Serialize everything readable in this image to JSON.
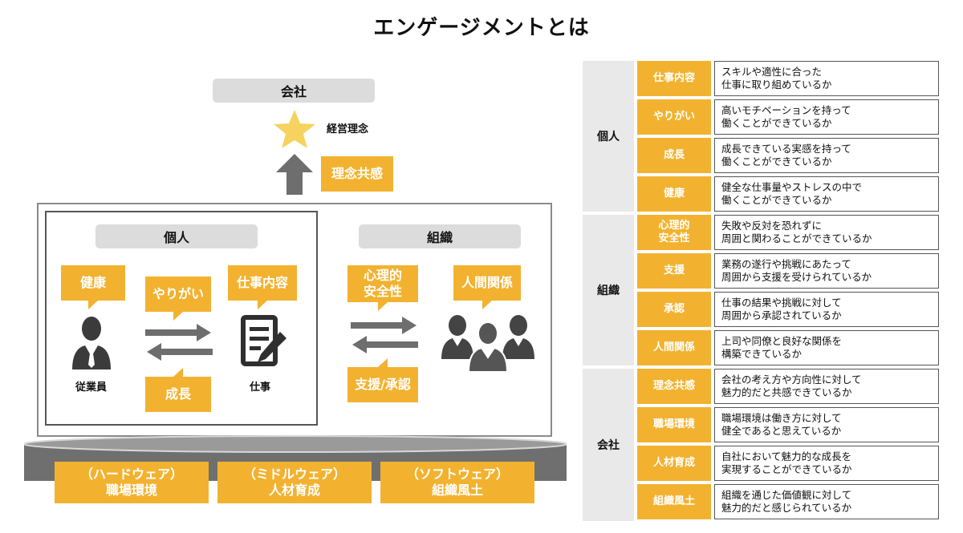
{
  "title": "エンゲージメントとは",
  "left": {
    "company_label": "会社",
    "philosophy_label": "経営理念",
    "philosophy_empathy": "理念共感",
    "individual": {
      "label": "個人",
      "health": "健康",
      "motivation": "やりがい",
      "job_content": "仕事内容",
      "growth": "成長",
      "employee_label": "従業員",
      "work_label": "仕事"
    },
    "organization": {
      "label": "組織",
      "psych_safety": "心理的\n安全性",
      "relationships": "人間関係",
      "support": "支援/承認"
    },
    "base": [
      {
        "type": "（ハードウェア）",
        "name": "職場環境"
      },
      {
        "type": "（ミドルウェア）",
        "name": "人材育成"
      },
      {
        "type": "（ソフトウェア）",
        "name": "組織風土"
      }
    ]
  },
  "table": {
    "groups": [
      {
        "category": "個人",
        "rows": [
          {
            "item": "仕事内容",
            "desc": "スキルや適性に合った\n仕事に取り組めているか"
          },
          {
            "item": "やりがい",
            "desc": "高いモチベーションを持って\n働くことができているか"
          },
          {
            "item": "成長",
            "desc": "成長できている実感を持って\n働くことができているか"
          },
          {
            "item": "健康",
            "desc": "健全な仕事量やストレスの中で\n働くことができているか"
          }
        ]
      },
      {
        "category": "組織",
        "rows": [
          {
            "item": "心理的\n安全性",
            "desc": "失敗や反対を恐れずに\n周囲と関わることができているか"
          },
          {
            "item": "支援",
            "desc": "業務の遂行や挑戦にあたって\n周囲から支援を受けられているか"
          },
          {
            "item": "承認",
            "desc": "仕事の結果や挑戦に対して\n周囲から承認されているか"
          },
          {
            "item": "人間関係",
            "desc": "上司や同僚と良好な関係を\n構築できているか"
          }
        ]
      },
      {
        "category": "会社",
        "rows": [
          {
            "item": "理念共感",
            "desc": "会社の考え方や方向性に対して\n魅力的だと共感できているか"
          },
          {
            "item": "職場環境",
            "desc": "職場環境は働き方に対して\n健全であると思えているか"
          },
          {
            "item": "人材育成",
            "desc": "自社において魅力的な成長を\n実現することができているか"
          },
          {
            "item": "組織風土",
            "desc": "組織を通じた価値観に対して\n魅力的だと感じられているか"
          }
        ]
      }
    ]
  },
  "colors": {
    "accent": "#f2b230",
    "gray": "#dcdcdc",
    "dark": "#444444"
  }
}
